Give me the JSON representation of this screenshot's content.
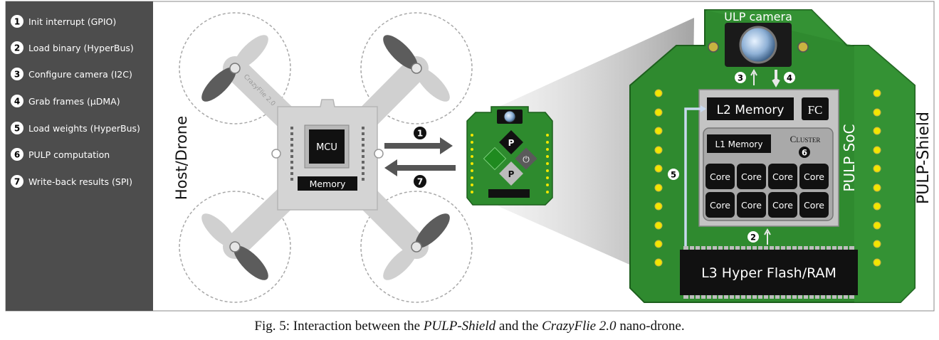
{
  "steps": [
    {
      "num": "1",
      "label": "Init interrupt (GPIO)"
    },
    {
      "num": "2",
      "label": "Load binary (HyperBus)"
    },
    {
      "num": "3",
      "label": "Configure camera (I2C)"
    },
    {
      "num": "4",
      "label": "Grab frames (µDMA)"
    },
    {
      "num": "5",
      "label": "Load weights (HyperBus)"
    },
    {
      "num": "6",
      "label": "PULP computation"
    },
    {
      "num": "7",
      "label": "Write-back results (SPI)"
    }
  ],
  "drone": {
    "side_label": "Host/Drone",
    "mcu_label": "MCU",
    "memory_label": "Memory",
    "board_text": "CrazyFlie 2.0"
  },
  "arrows": {
    "to_shield": "1",
    "to_host": "7"
  },
  "mini_shield": {
    "p1": "P",
    "p2": "P"
  },
  "shield": {
    "name": "PULP-Shield",
    "camera_label": "ULP camera",
    "soc_label": "PULP SoC",
    "l2_label": "L2 Memory",
    "fc_label": "FC",
    "cluster_label": "Cluster",
    "l1_label": "L1 Memory",
    "core_label": "Core",
    "l3_label": "L3 Hyper Flash/RAM",
    "step_camera_config": "3",
    "step_camera_grab": "4",
    "step_weights": "5",
    "step_cluster": "6",
    "step_binary": "2"
  },
  "caption": {
    "prefix": "Fig. 5: Interaction between the ",
    "italic1": "PULP-Shield",
    "middle": " and the ",
    "italic2": "CrazyFlie 2.0",
    "suffix": " nano-drone."
  },
  "colors": {
    "legend_bg": "#4d4d4d",
    "pcb_green": "#2e8b2e",
    "pcb_green_dark": "#1f6e1f",
    "frame_grey": "#c9c9c9",
    "drone_grey": "#d3d3d3",
    "chip_black": "#111111",
    "pad_yellow": "#f2e600",
    "arrow_grey": "#555555"
  }
}
